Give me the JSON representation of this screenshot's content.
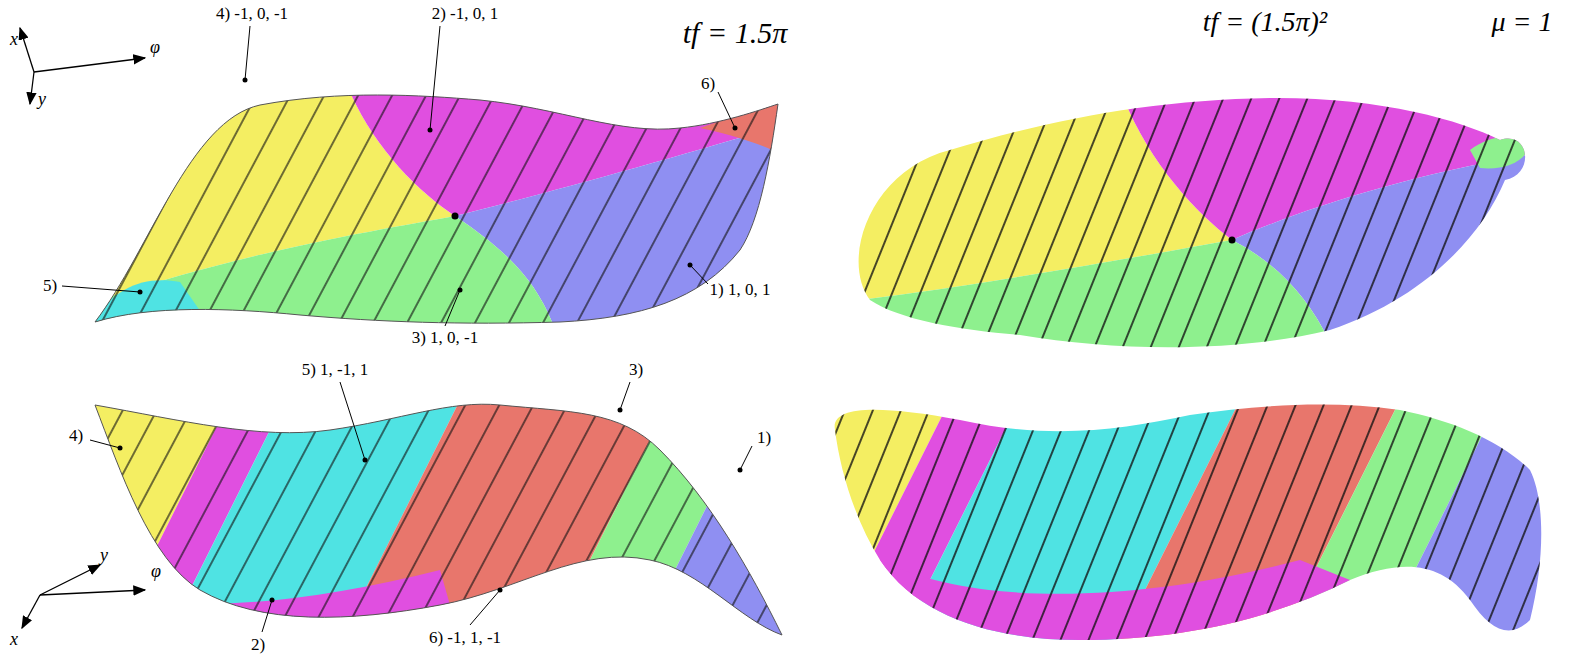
{
  "diagram": {
    "labels": [
      "tf = 1.5π",
      "tf = (1.5π)²",
      "μ = 1",
      "x",
      "y",
      "φ",
      "4) -1, 0, -1",
      "2) -1, 0, 1",
      "6)",
      "5)",
      "3) 1, 0, -1",
      "1) 1, 0, 1",
      "y",
      "φ",
      "x",
      "4)",
      "5) 1, -1, 1",
      "3)",
      "2)",
      "6) -1, 1, -1",
      "1)"
    ]
  }
}
